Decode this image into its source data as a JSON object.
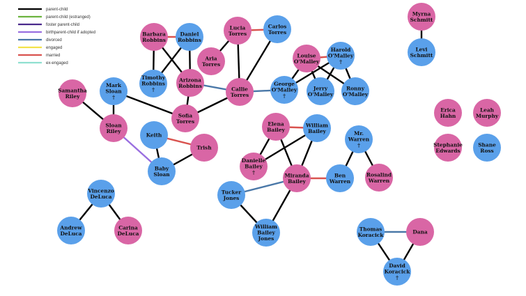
{
  "legend": [
    {
      "label": "parent-child",
      "color": "#000000"
    },
    {
      "label": "parent-child (estranged)",
      "color": "#6cb33f"
    },
    {
      "label": "foster parent-child",
      "color": "#4a2a8c"
    },
    {
      "label": "birthparent-child if adopted",
      "color": "#9a6fe0"
    },
    {
      "label": "divorced",
      "color": "#4a78a8"
    },
    {
      "label": "engaged",
      "color": "#f2e24a"
    },
    {
      "label": "married",
      "color": "#d9534f"
    },
    {
      "label": "ex-engaged",
      "color": "#8fe0d0"
    }
  ],
  "colors": {
    "female": "#d966a5",
    "male": "#5aa0ea"
  },
  "nodes": [
    {
      "id": "myrna",
      "lines": [
        "Myrna",
        "Schmitt"
      ],
      "sex": "female"
    },
    {
      "id": "levi",
      "lines": [
        "Levi",
        "Schmitt"
      ],
      "sex": "male"
    },
    {
      "id": "barbara",
      "lines": [
        "Barbara",
        "Robbins"
      ],
      "sex": "female"
    },
    {
      "id": "daniel",
      "lines": [
        "Daniel",
        "Robbins"
      ],
      "sex": "male"
    },
    {
      "id": "lucia",
      "lines": [
        "Lucia",
        "Torres"
      ],
      "sex": "female"
    },
    {
      "id": "carlos",
      "lines": [
        "Carlos",
        "Torres"
      ],
      "sex": "male"
    },
    {
      "id": "aria",
      "lines": [
        "Aria",
        "Torres"
      ],
      "sex": "female"
    },
    {
      "id": "louise",
      "lines": [
        "Louise",
        "O'Malley"
      ],
      "sex": "female"
    },
    {
      "id": "harold",
      "lines": [
        "Harold",
        "O'Malley",
        "†"
      ],
      "sex": "male"
    },
    {
      "id": "samantha",
      "lines": [
        "Samantha",
        "Riley"
      ],
      "sex": "female"
    },
    {
      "id": "mark",
      "lines": [
        "Mark",
        "Sloan",
        "†"
      ],
      "sex": "male"
    },
    {
      "id": "timothy",
      "lines": [
        "Timothy",
        "Robbins",
        "†"
      ],
      "sex": "male"
    },
    {
      "id": "arizona",
      "lines": [
        "Arizona",
        "Robbins"
      ],
      "sex": "female"
    },
    {
      "id": "callie",
      "lines": [
        "Callie",
        "Torres"
      ],
      "sex": "female"
    },
    {
      "id": "george",
      "lines": [
        "George",
        "O'Malley",
        "†"
      ],
      "sex": "male"
    },
    {
      "id": "jerry",
      "lines": [
        "Jerry",
        "O'Malley"
      ],
      "sex": "male"
    },
    {
      "id": "ronny",
      "lines": [
        "Ronny",
        "O'Malley"
      ],
      "sex": "male"
    },
    {
      "id": "sofia",
      "lines": [
        "Sofia",
        "Torres"
      ],
      "sex": "female"
    },
    {
      "id": "sloan",
      "lines": [
        "Sloan",
        "Riley"
      ],
      "sex": "female"
    },
    {
      "id": "keith",
      "lines": [
        "Keith"
      ],
      "sex": "male"
    },
    {
      "id": "trish",
      "lines": [
        "Trish"
      ],
      "sex": "female"
    },
    {
      "id": "babysloan",
      "lines": [
        "Baby",
        "Sloan"
      ],
      "sex": "male"
    },
    {
      "id": "elena",
      "lines": [
        "Elena",
        "Bailey"
      ],
      "sex": "female"
    },
    {
      "id": "william",
      "lines": [
        "William",
        "Bailey"
      ],
      "sex": "male"
    },
    {
      "id": "mrwarren",
      "lines": [
        "Mr.",
        "Warren",
        "†"
      ],
      "sex": "male"
    },
    {
      "id": "erica",
      "lines": [
        "Erica",
        "Hahn"
      ],
      "sex": "female"
    },
    {
      "id": "leah",
      "lines": [
        "Leah",
        "Murphy"
      ],
      "sex": "female"
    },
    {
      "id": "stephanie",
      "lines": [
        "Stephanie",
        "Edwards"
      ],
      "sex": "female"
    },
    {
      "id": "shane",
      "lines": [
        "Shane",
        "Ross"
      ],
      "sex": "male"
    },
    {
      "id": "danielle",
      "lines": [
        "Danielle",
        "Bailey",
        "†"
      ],
      "sex": "female"
    },
    {
      "id": "miranda",
      "lines": [
        "Miranda",
        "Bailey"
      ],
      "sex": "female"
    },
    {
      "id": "ben",
      "lines": [
        "Ben",
        "Warren"
      ],
      "sex": "male"
    },
    {
      "id": "rosalind",
      "lines": [
        "Rosalind",
        "Warren"
      ],
      "sex": "female"
    },
    {
      "id": "tucker",
      "lines": [
        "Tucker",
        "Jones"
      ],
      "sex": "male"
    },
    {
      "id": "vincenzo",
      "lines": [
        "Vincenzo",
        "DeLuca"
      ],
      "sex": "male"
    },
    {
      "id": "andrew",
      "lines": [
        "Andrew",
        "DeLuca"
      ],
      "sex": "male"
    },
    {
      "id": "carina",
      "lines": [
        "Carina",
        "DeLuca"
      ],
      "sex": "female"
    },
    {
      "id": "wbjones",
      "lines": [
        "William",
        "Bailey",
        "Jones"
      ],
      "sex": "male"
    },
    {
      "id": "thomas",
      "lines": [
        "Thomas",
        "Koracick"
      ],
      "sex": "male"
    },
    {
      "id": "dana",
      "lines": [
        "Dana"
      ],
      "sex": "female"
    },
    {
      "id": "david",
      "lines": [
        "David",
        "Koracick",
        "†"
      ],
      "sex": "male"
    }
  ],
  "edges": [
    {
      "from": "myrna",
      "to": "levi",
      "type": "parent-child"
    },
    {
      "from": "barbara",
      "to": "daniel",
      "type": "married"
    },
    {
      "from": "barbara",
      "to": "timothy",
      "type": "parent-child"
    },
    {
      "from": "barbara",
      "to": "arizona",
      "type": "parent-child"
    },
    {
      "from": "daniel",
      "to": "timothy",
      "type": "parent-child"
    },
    {
      "from": "daniel",
      "to": "arizona",
      "type": "parent-child"
    },
    {
      "from": "lucia",
      "to": "carlos",
      "type": "married"
    },
    {
      "from": "lucia",
      "to": "aria",
      "type": "parent-child"
    },
    {
      "from": "lucia",
      "to": "callie",
      "type": "parent-child"
    },
    {
      "from": "carlos",
      "to": "callie",
      "type": "parent-child"
    },
    {
      "from": "louise",
      "to": "harold",
      "type": "married"
    },
    {
      "from": "louise",
      "to": "george",
      "type": "parent-child"
    },
    {
      "from": "louise",
      "to": "jerry",
      "type": "parent-child"
    },
    {
      "from": "louise",
      "to": "ronny",
      "type": "parent-child"
    },
    {
      "from": "harold",
      "to": "george",
      "type": "parent-child"
    },
    {
      "from": "harold",
      "to": "jerry",
      "type": "parent-child"
    },
    {
      "from": "harold",
      "to": "ronny",
      "type": "parent-child"
    },
    {
      "from": "arizona",
      "to": "callie",
      "type": "divorced"
    },
    {
      "from": "callie",
      "to": "george",
      "type": "divorced"
    },
    {
      "from": "arizona",
      "to": "sofia",
      "type": "parent-child"
    },
    {
      "from": "callie",
      "to": "sofia",
      "type": "parent-child"
    },
    {
      "from": "mark",
      "to": "sofia",
      "type": "parent-child"
    },
    {
      "from": "samantha",
      "to": "sloan",
      "type": "parent-child"
    },
    {
      "from": "mark",
      "to": "sloan",
      "type": "parent-child"
    },
    {
      "from": "sloan",
      "to": "babysloan",
      "type": "birthparent-child if adopted"
    },
    {
      "from": "keith",
      "to": "trish",
      "type": "married"
    },
    {
      "from": "keith",
      "to": "babysloan",
      "type": "parent-child"
    },
    {
      "from": "trish",
      "to": "babysloan",
      "type": "parent-child"
    },
    {
      "from": "elena",
      "to": "william",
      "type": "married"
    },
    {
      "from": "elena",
      "to": "danielle",
      "type": "parent-child"
    },
    {
      "from": "elena",
      "to": "miranda",
      "type": "parent-child"
    },
    {
      "from": "william",
      "to": "danielle",
      "type": "parent-child"
    },
    {
      "from": "william",
      "to": "miranda",
      "type": "parent-child"
    },
    {
      "from": "miranda",
      "to": "ben",
      "type": "married"
    },
    {
      "from": "miranda",
      "to": "tucker",
      "type": "divorced"
    },
    {
      "from": "miranda",
      "to": "wbjones",
      "type": "parent-child"
    },
    {
      "from": "tucker",
      "to": "wbjones",
      "type": "parent-child"
    },
    {
      "from": "mrwarren",
      "to": "ben",
      "type": "parent-child"
    },
    {
      "from": "mrwarren",
      "to": "rosalind",
      "type": "parent-child"
    },
    {
      "from": "vincenzo",
      "to": "andrew",
      "type": "parent-child"
    },
    {
      "from": "vincenzo",
      "to": "carina",
      "type": "parent-child"
    },
    {
      "from": "thomas",
      "to": "dana",
      "type": "divorced"
    },
    {
      "from": "thomas",
      "to": "david",
      "type": "parent-child"
    },
    {
      "from": "dana",
      "to": "david",
      "type": "parent-child"
    }
  ]
}
